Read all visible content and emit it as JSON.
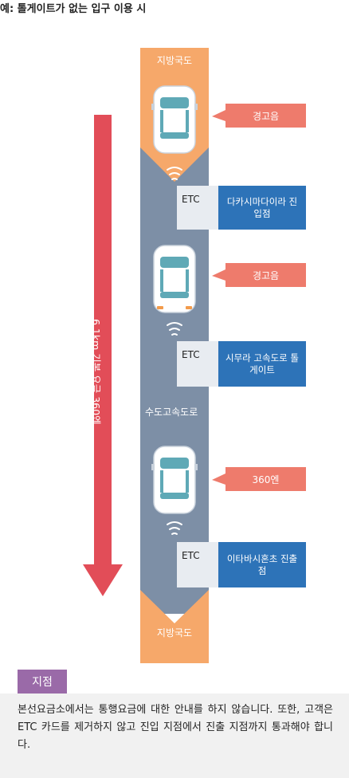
{
  "title": "예: 톨게이트가 없는 입구 이용 시",
  "road": {
    "top_local_road": "지방국도",
    "bottom_local_road": "지방국도",
    "expressway": "수도고속도로"
  },
  "distance_label": "6.1km 기본 요금 360엔",
  "callouts": [
    "경고음",
    "경고음",
    "360엔"
  ],
  "etc_points": [
    {
      "tag": "ETC",
      "name": "다카시마다이라 진입점"
    },
    {
      "tag": "ETC",
      "name": "시무라 고속도로 톨게이트"
    },
    {
      "tag": "ETC",
      "name": "이타바시혼초 진출점"
    }
  ],
  "note": {
    "tag": "지점",
    "text": "본선요금소에서는 통행요금에 대한 안내를 하지 않습니다. 또한, 고객은 ETC 카드를 제거하지 않고 진입 지점에서 진출 지점까지 통과해야 합니다."
  },
  "colors": {
    "local_road": "#f6a86a",
    "expressway": "#7d8fa6",
    "arrow": "#e24d58",
    "callout": "#ee7b6c",
    "etc_blue": "#2d73b8",
    "note_tag": "#9a6aa8"
  }
}
